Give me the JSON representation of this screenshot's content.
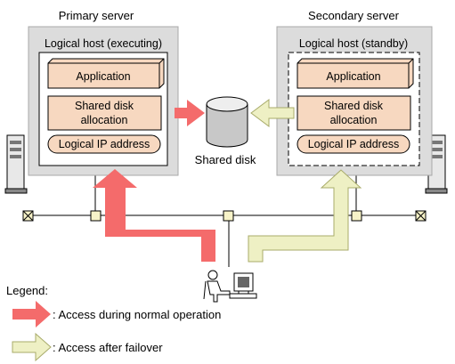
{
  "primary": {
    "title": "Primary server",
    "host_label": "Logical host (executing)",
    "application": "Application",
    "disk_alloc_line1": "Shared disk",
    "disk_alloc_line2": "allocation",
    "ip": "Logical IP address"
  },
  "secondary": {
    "title": "Secondary server",
    "host_label": "Logical host (standby)",
    "application": "Application",
    "disk_alloc_line1": "Shared disk",
    "disk_alloc_line2": "allocation",
    "ip": "Logical IP address"
  },
  "shared_disk": {
    "label": "Shared disk"
  },
  "legend": {
    "title": "Legend:",
    "normal": ": Access during normal operation",
    "failover": ": Access after failover"
  },
  "colors": {
    "normal_access": "#f46b6b",
    "failover_access": "#eef0c4",
    "server_panel": "#dcdcdc",
    "component": "#f7d8c0"
  }
}
